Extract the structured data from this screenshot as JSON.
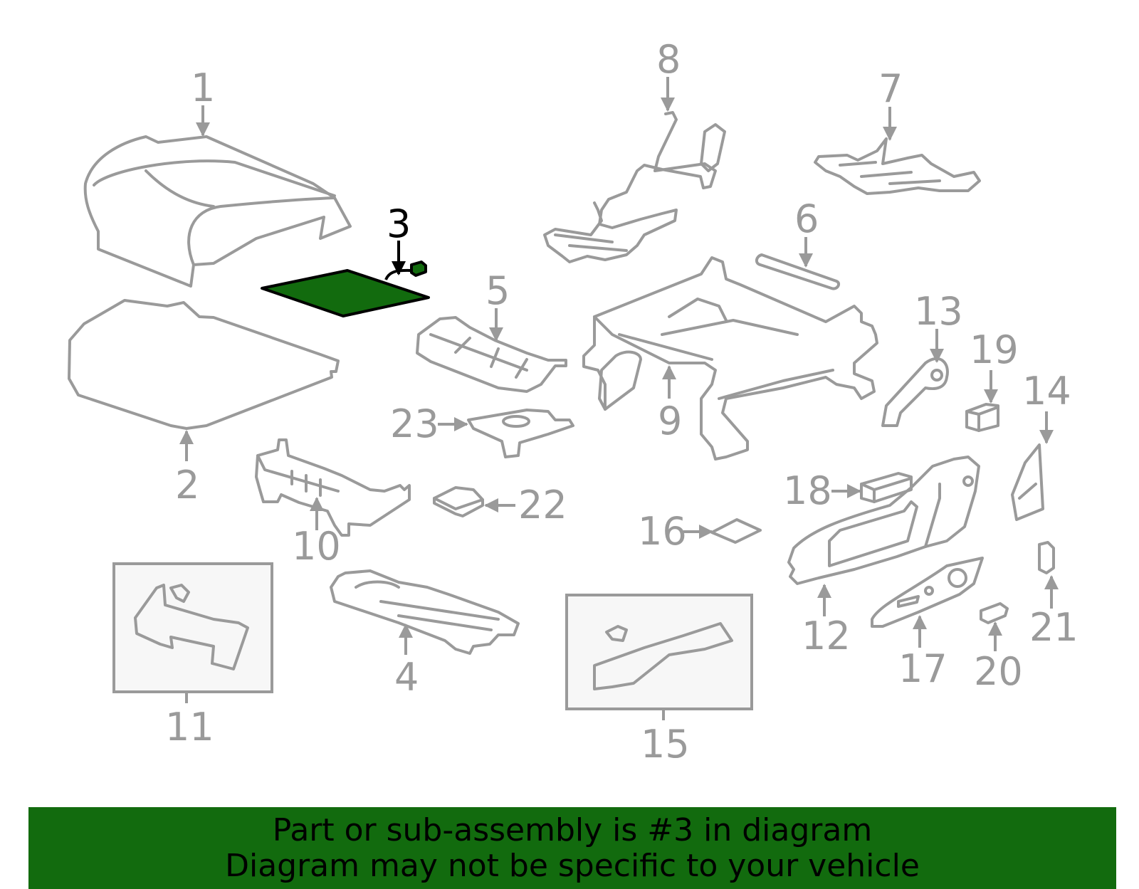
{
  "diagram": {
    "highlighted_part": "3",
    "highlight_color": "#126b0e",
    "part_numbers": [
      "1",
      "2",
      "3",
      "4",
      "5",
      "6",
      "7",
      "8",
      "9",
      "10",
      "11",
      "12",
      "13",
      "14",
      "15",
      "16",
      "17",
      "18",
      "19",
      "20",
      "21",
      "22",
      "23"
    ]
  },
  "banner": {
    "line1": "Part or sub-assembly is #3 in diagram",
    "line2": "Diagram may not be specific to your vehicle",
    "background": "#126b0e"
  }
}
